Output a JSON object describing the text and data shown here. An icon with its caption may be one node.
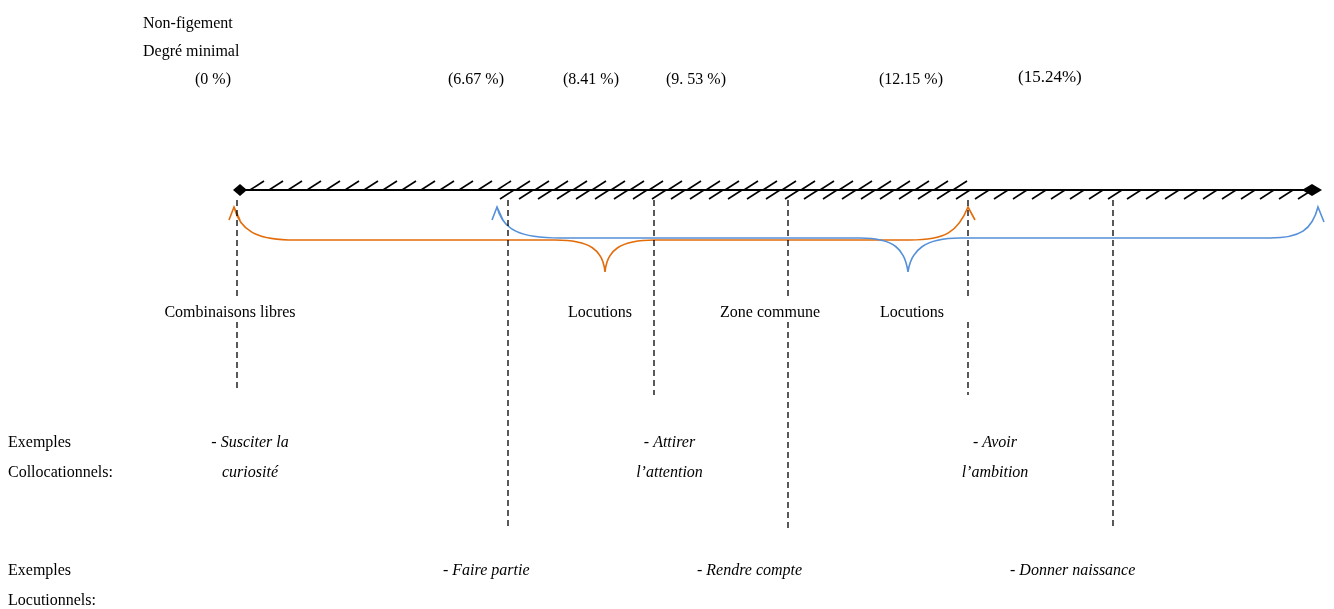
{
  "diagram": {
    "labels": [
      "Non-figement",
      "Degré minimal",
      "(0 %)",
      "(6.67 %)",
      "(8.41 %)",
      "(9. 53 %)",
      "(12.15 %)",
      "(15.24%)",
      "Combinaisons libres",
      "Locutions",
      "Zone commune",
      "Locutions",
      "Exemples Collocationnels:",
      "- *Susciter la curiosité*",
      "- *Attirer l’attention*",
      "- *Avoir l’ambition*",
      "Exemples Locutionnels:",
      "- *Faire partie*",
      "- *Rendre compte*",
      "-  *Donner naissance*"
    ]
  }
}
